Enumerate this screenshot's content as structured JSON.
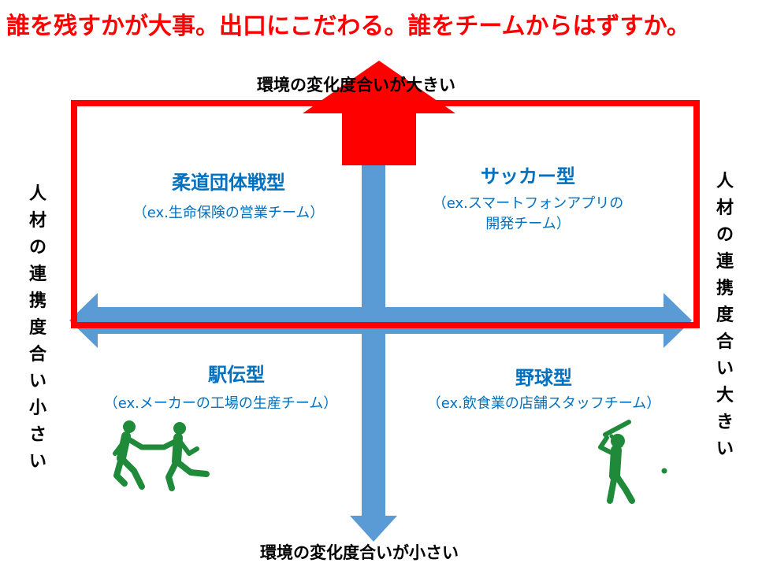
{
  "headline": "誰を残すかが大事。出口にこだわる。誰をチームからはずすか。",
  "axes": {
    "top": "環境の変化度合いが大きい",
    "bottom": "環境の変化度合いが小さい",
    "left": "人材の連携度合い小さい",
    "right": "人材の連携度合い大きい"
  },
  "quadrants": {
    "top_left": {
      "title": "柔道団体戦型",
      "example": "（ex.生命保険の営業チーム）"
    },
    "top_right": {
      "title": "サッカー型",
      "example_line1": "（ex.スマートフォンアプリの",
      "example_line2": "開発チーム）"
    },
    "bottom_left": {
      "title": "駅伝型",
      "example": "（ex.メーカーの工場の生産チーム）"
    },
    "bottom_right": {
      "title": "野球型",
      "example": "（ex.飲食業の店舗スタッフチーム）"
    }
  },
  "colors": {
    "headline": "#ff0000",
    "highlight_box": "#ff0000",
    "up_arrow": "#ff0000",
    "axis_arrows": "#5b9bd5",
    "quadrant_text": "#0070c0",
    "figures": "#1f8a3a"
  },
  "icons": {
    "relay_runners": "relay-runners-icon",
    "baseball_batter": "baseball-batter-icon"
  }
}
